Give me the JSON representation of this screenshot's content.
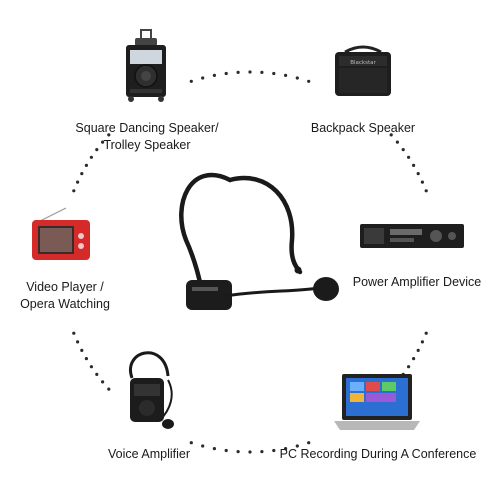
{
  "devices": {
    "trolley_speaker": {
      "label_lines": [
        "Square Dancing Speaker/",
        "Trolley Speaker"
      ]
    },
    "backpack_speaker": {
      "label_lines": [
        "Backpack Speaker"
      ],
      "brand_text": "Blackstar"
    },
    "video_player": {
      "label_lines": [
        "Video Player /",
        "Opera Watching"
      ]
    },
    "power_amplifier": {
      "label_lines": [
        "Power Amplifier Device"
      ]
    },
    "voice_amplifier": {
      "label_lines": [
        "Voice Amplifier"
      ]
    },
    "pc_recording": {
      "label_lines": [
        "PC Recording During A Conference"
      ]
    }
  },
  "center_product": {
    "name": "wireless-headset-microphone"
  },
  "colors": {
    "dots": "#2b2b2b",
    "device_dark": "#1e1e1e",
    "video_red": "#d42a2a",
    "laptop_screen": "#2a6fd1"
  }
}
